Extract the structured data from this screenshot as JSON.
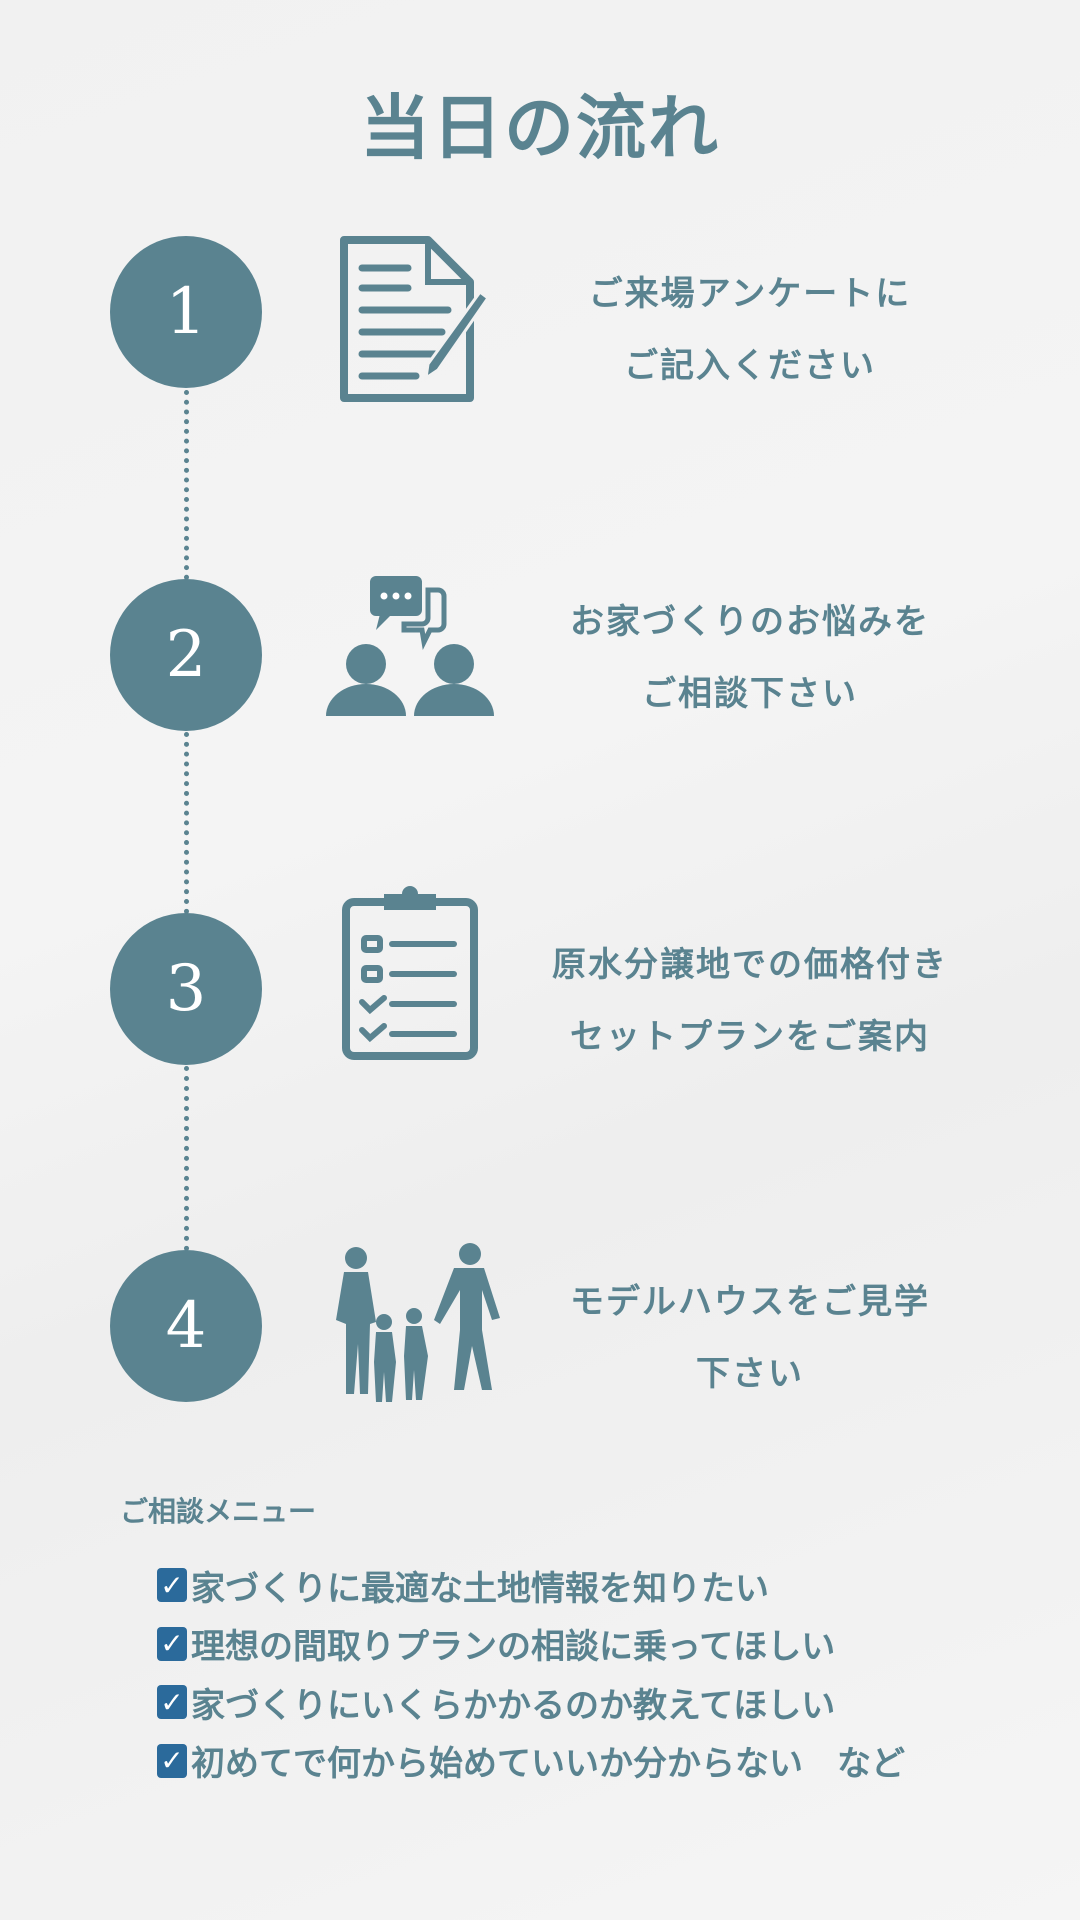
{
  "title": "当日の流れ",
  "steps": [
    {
      "number": "1",
      "icon": "document-pencil-icon",
      "lines": [
        "ご来場アンケートに",
        "ご記入ください"
      ]
    },
    {
      "number": "2",
      "icon": "consultation-people-icon",
      "lines": [
        "お家づくりのお悩みを",
        "ご相談下さい"
      ]
    },
    {
      "number": "3",
      "icon": "clipboard-checklist-icon",
      "lines": [
        "原水分譲地での価格付き",
        "セットプランをご案内"
      ]
    },
    {
      "number": "4",
      "icon": "family-walking-icon",
      "lines": [
        "モデルハウスをご見学",
        "下さい"
      ]
    }
  ],
  "menu": {
    "title": "ご相談メニュー",
    "check_glyph": "✓",
    "items": [
      "家づくりに最適な土地情報を知りたい",
      "理想の間取りプランの相談に乗ってほしい",
      "家づくりにいくらかかるのか教えてほしい",
      "初めてで何から始めていいか分からない　など"
    ]
  },
  "colors": {
    "primary": "#5a8390",
    "check": "#2b6a9b"
  }
}
